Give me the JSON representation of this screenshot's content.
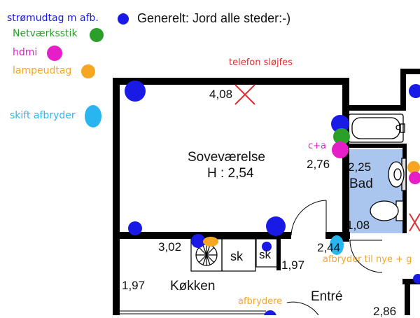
{
  "colors": {
    "stroemudtag": "#1a1ae6",
    "netvaerk": "#2aa02a",
    "hdmi": "#e61ec8",
    "lampe": "#f5a623",
    "skift": "#29b6f0",
    "bath_floor": "#aac6ee",
    "cross": "#e03030",
    "wall": "#000000"
  },
  "legend": {
    "items": [
      {
        "label": "strømudtag m afb.",
        "color": "#1a1ae6",
        "icon": "blue-dot"
      },
      {
        "label": "Netværksstik",
        "color": "#2aa02a",
        "icon": "green-dot"
      },
      {
        "label": "hdmi",
        "color": "#e61ec8",
        "icon": "magenta-dot"
      },
      {
        "label": "lampeudtag",
        "color": "#f5a623",
        "icon": "orange-dot"
      },
      {
        "label": "skift afbryder",
        "color": "#29b6f0",
        "icon": "light-blue-dot"
      }
    ],
    "general_note": "Generelt: Jord alle steder:-)"
  },
  "annotations": {
    "telefon": "telefon sløjfes",
    "ca": "c+a",
    "afbryder_nye": "afbryder til nye + g",
    "afbrydere": "afbrydere"
  },
  "rooms": {
    "sovevaerelse": {
      "name": "Soveværelse",
      "height": "H : 2,54"
    },
    "bad": {
      "name": "Bad"
    },
    "kokken": {
      "name": "Køkken"
    },
    "entre": {
      "name": "Entré"
    }
  },
  "dimensions": {
    "d1": "4,08",
    "d2": "2,76",
    "d3": "2,25",
    "d4": "1,08",
    "d5": "3,02",
    "d6": "1,97",
    "d7": "2,44",
    "d8": "1,97",
    "d9": "2,86"
  },
  "fixtures": {
    "sk1": "sk",
    "sk2": "sk"
  }
}
